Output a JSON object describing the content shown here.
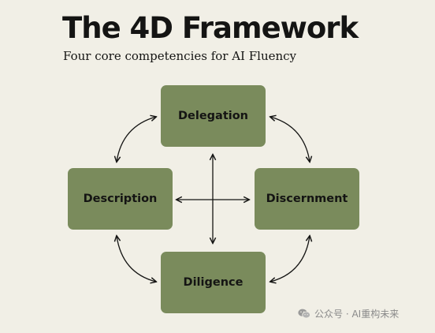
{
  "title": "The 4D Framework",
  "subtitle": "Four core competencies for AI Fluency",
  "colors": {
    "background": "#f1efe6",
    "box_fill": "#7a8b5c",
    "text": "#141413"
  },
  "nodes": {
    "delegation": "Delegation",
    "description": "Description",
    "discernment": "Discernment",
    "diligence": "Diligence"
  },
  "edges": [
    {
      "from": "delegation",
      "to": "description",
      "style": "curved-bidirectional"
    },
    {
      "from": "delegation",
      "to": "discernment",
      "style": "curved-bidirectional"
    },
    {
      "from": "description",
      "to": "diligence",
      "style": "curved-bidirectional"
    },
    {
      "from": "discernment",
      "to": "diligence",
      "style": "curved-bidirectional"
    },
    {
      "from": "delegation",
      "to": "diligence",
      "style": "straight-bidirectional"
    },
    {
      "from": "description",
      "to": "discernment",
      "style": "straight-bidirectional"
    }
  ],
  "watermark": {
    "text": "公众号 · AI重构未来",
    "icon": "wechat-icon"
  }
}
